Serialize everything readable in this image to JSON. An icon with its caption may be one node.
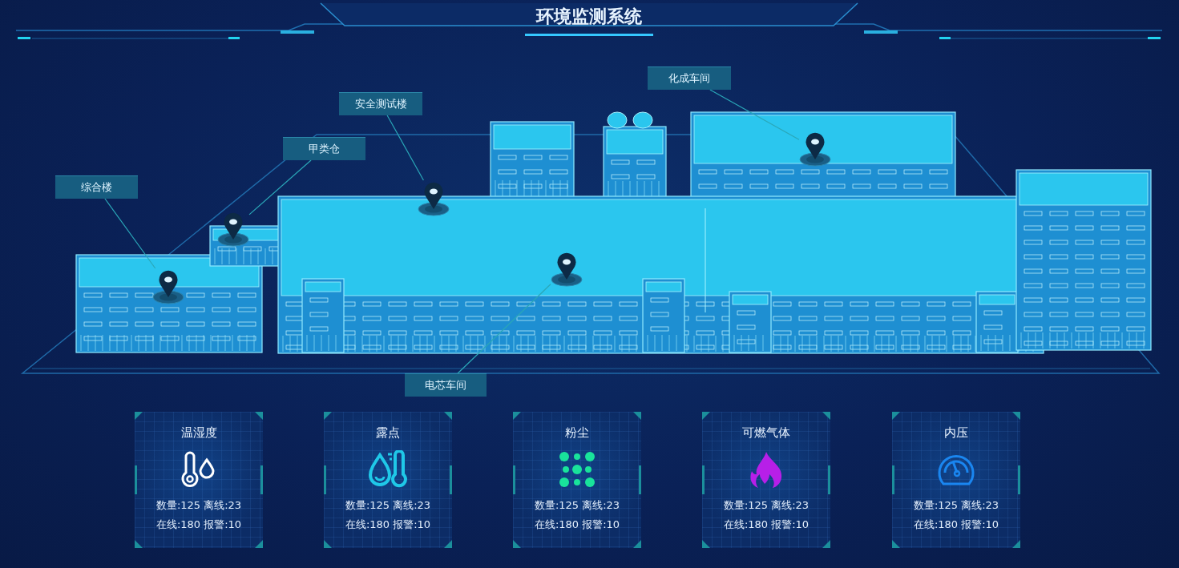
{
  "diagram": {
    "title": "环境监测系统",
    "nodes": [
      {
        "text": [
          "化成车间"
        ]
      },
      {
        "text": [
          "安全测试楼"
        ]
      },
      {
        "text": [
          "甲类仓"
        ]
      },
      {
        "text": [
          "综合楼"
        ]
      },
      {
        "text": [
          "电芯车间"
        ]
      },
      {
        "text": [],
        "shape": "pin"
      },
      {
        "text": [],
        "shape": "pin"
      },
      {
        "text": [],
        "shape": "pin"
      },
      {
        "text": [],
        "shape": "pin"
      },
      {
        "text": [],
        "shape": "pin"
      },
      {
        "text": [
          "温湿度",
          "数量:125 离线:23",
          "在线:180 报警:10"
        ]
      },
      {
        "text": [
          "露点",
          "数量:125 离线:23",
          "在线:180 报警:10"
        ]
      },
      {
        "text": [
          "粉尘",
          "数量:125 离线:23",
          "在线:180 报警:10"
        ]
      },
      {
        "text": [
          "可燃气体",
          "数量:125 离线:23",
          "在线:180 报警:10"
        ]
      },
      {
        "text": [
          "内压",
          "数量:125 离线:23",
          "在线:180 报警:10"
        ]
      }
    ],
    "edges": [
      {
        "from": 0,
        "to": 9,
        "arrow": "none"
      },
      {
        "from": 1,
        "to": 7,
        "arrow": "none"
      },
      {
        "from": 2,
        "to": 6,
        "arrow": "none"
      },
      {
        "from": 3,
        "to": 5,
        "arrow": "none"
      },
      {
        "from": 4,
        "to": 8,
        "arrow": "none"
      }
    ]
  }
}
